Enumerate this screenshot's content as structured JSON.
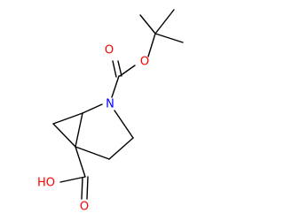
{
  "molecule": {
    "atoms": {
      "carbonyl_oxygen_top": {
        "label": "O",
        "color": "#ff0000"
      },
      "ester_oxygen": {
        "label": "O",
        "color": "#ff0000"
      },
      "ring_nitrogen": {
        "label": "N",
        "color": "#0000ff"
      },
      "carbonyl_oxygen_bottom": {
        "label": "O",
        "color": "#ff0000"
      },
      "hydroxyl": {
        "label": "HO",
        "color": "#ff0000"
      }
    },
    "bond_color": "#000000"
  }
}
